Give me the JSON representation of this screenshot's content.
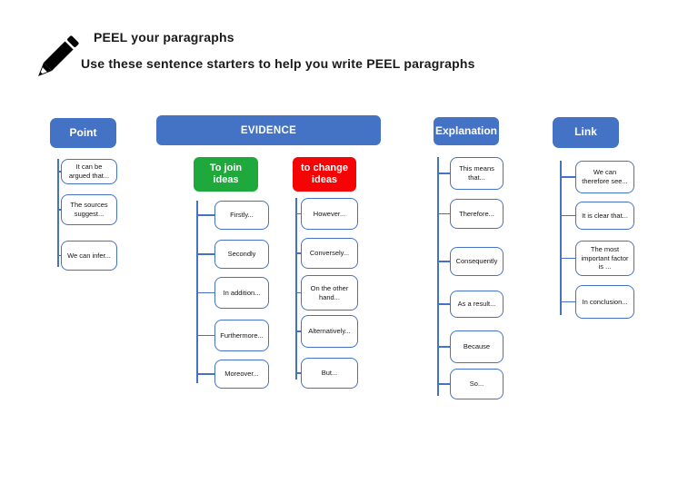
{
  "header": {
    "title": "PEEL your paragraphs",
    "subtitle": "Use these sentence starters to help you write PEEL paragraphs"
  },
  "colors": {
    "blue": "#4472C4",
    "green": "#1FA83C",
    "red": "#F40404",
    "line": "#4472C4"
  },
  "point": {
    "header": "Point",
    "items": [
      "It can be argued that...",
      "The sources suggest...",
      "We can infer..."
    ]
  },
  "evidence": {
    "header": "EVIDENCE",
    "join": {
      "header": "To join ideas",
      "items": [
        "Firstly...",
        "Secondly",
        "In addition...",
        "Furthermore...",
        "Moreover..."
      ]
    },
    "change": {
      "header": "to change ideas",
      "items": [
        "However...",
        "Conversely...",
        "On the other hand...",
        "Alternatively...",
        "But..."
      ]
    }
  },
  "explanation": {
    "header": "Explanation",
    "items": [
      "This means that...",
      "Therefore...",
      "Consequently",
      "As a result...",
      "Because",
      "So..."
    ]
  },
  "link": {
    "header": "Link",
    "items": [
      "We can therefore see...",
      "It is clear that...",
      "The most important factor is ...",
      "In conclusion..."
    ]
  }
}
